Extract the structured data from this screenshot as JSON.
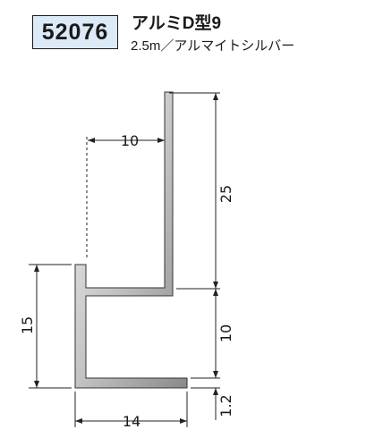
{
  "product": {
    "code": "52076",
    "name": "アルミD型9",
    "spec": "2.5m／アルマイトシルバー"
  },
  "dimensions": {
    "top_width": "10",
    "upper_height": "25",
    "middle_height": "10",
    "bottom_thickness": "1.2",
    "left_height": "15",
    "bottom_width": "14"
  }
}
